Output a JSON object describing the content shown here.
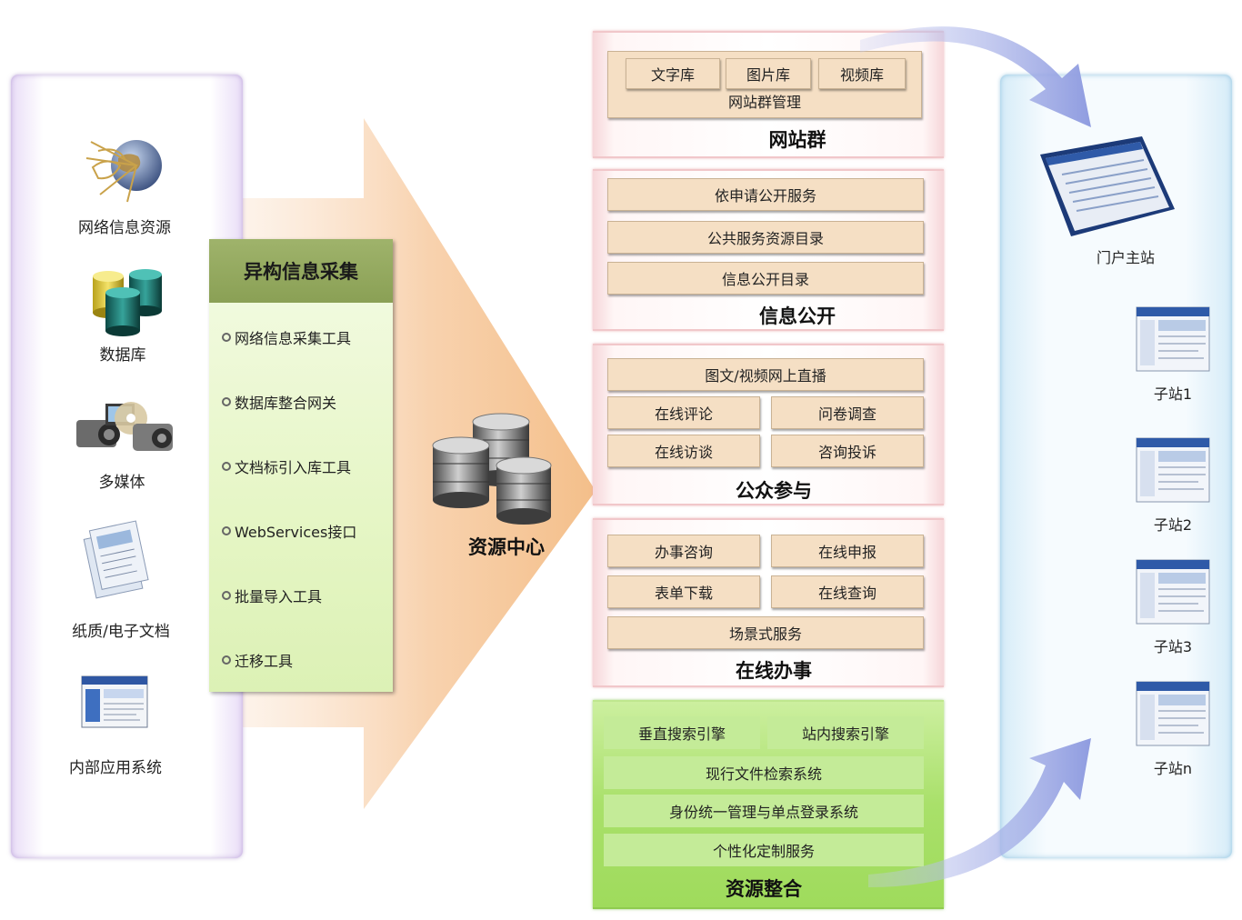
{
  "sources": [
    {
      "label": "网络信息资源",
      "icon": "network-globe-icon"
    },
    {
      "label": "数据库",
      "icon": "database-icon"
    },
    {
      "label": "多媒体",
      "icon": "multimedia-devices-icon"
    },
    {
      "label": "纸质/电子文档",
      "icon": "documents-icon"
    },
    {
      "label": "内部应用系统",
      "icon": "application-window-icon"
    }
  ],
  "collection": {
    "title": "异构信息采集",
    "items": [
      "网络信息采集工具",
      "数据库整合网关",
      "文档标引入库工具",
      "WebServices接口",
      "批量导入工具",
      "迁移工具"
    ]
  },
  "resource_center": {
    "label": "资源中心"
  },
  "sections": {
    "site_group": {
      "title": "网站群",
      "boxes": [
        "文字库",
        "图片库",
        "视频库"
      ],
      "inner_label": "网站群管理"
    },
    "info_public": {
      "title": "信息公开",
      "boxes": [
        "依申请公开服务",
        "公共服务资源目录",
        "信息公开目录"
      ]
    },
    "participation": {
      "title": "公众参与",
      "boxes": [
        "图文/视频网上直播",
        "在线评论",
        "问卷调查",
        "在线访谈",
        "咨询投诉"
      ]
    },
    "online_service": {
      "title": "在线办事",
      "boxes": [
        "办事咨询",
        "在线申报",
        "表单下载",
        "在线查询",
        "场景式服务"
      ]
    },
    "integration": {
      "title": "资源整合",
      "boxes": [
        "垂直搜索引擎",
        "站内搜索引擎",
        "现行文件检索系统",
        "身份统一管理与单点登录系统",
        "个性化定制服务"
      ]
    }
  },
  "portal": {
    "main": "门户主站",
    "subsites": [
      "子站1",
      "子站2",
      "子站3",
      "子站n"
    ]
  },
  "colors": {
    "collect_title_bg": "#8aa055",
    "box_fill": "#f5dfc4",
    "green_section": "#a9e06a",
    "arrow": "#9ea8e6",
    "big_arrow": "#f6c99a"
  }
}
